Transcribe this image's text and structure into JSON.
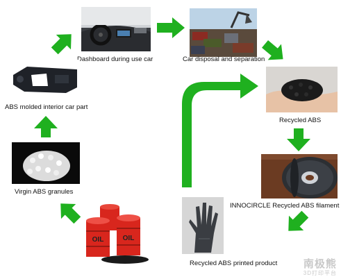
{
  "nodes": {
    "dashboard": {
      "label": "Dashboard during use car"
    },
    "disposal": {
      "label": "Car disposal and separation"
    },
    "recycled_abs": {
      "label": "Recycled ABS"
    },
    "filament": {
      "label": "INNOCIRCLE Recycled ABS filament"
    },
    "printed": {
      "label": "Recycled ABS printed product"
    },
    "granules": {
      "label": "Virgin ABS granules"
    },
    "interior": {
      "label": "ABS molded interior car part"
    }
  },
  "drum_text": "OIL",
  "watermark": {
    "text_cn": "南极熊",
    "text_en": "3D打印平台"
  },
  "colors": {
    "arrow": "#1fb01f"
  }
}
